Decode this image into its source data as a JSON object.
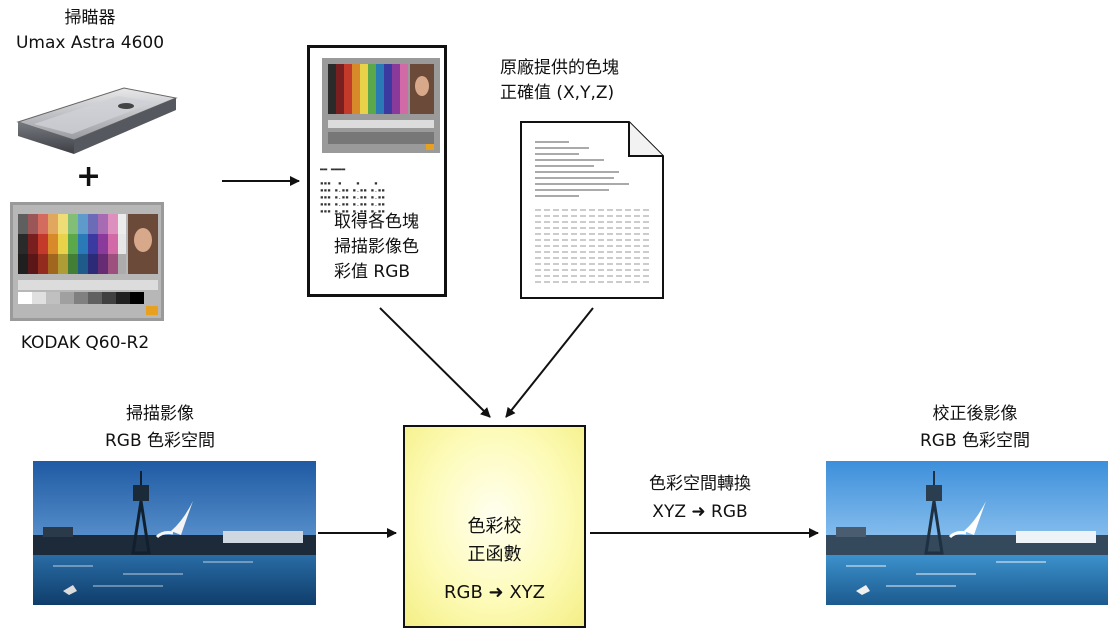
{
  "scanner": {
    "title": "掃瞄器",
    "model": "Umax Astra 4600"
  },
  "plus": "+",
  "target": {
    "name": "KODAK Q60-R2"
  },
  "scanned_values_box": {
    "lines": [
      "取得各色塊",
      "掃描影像色",
      "彩值 RGB"
    ]
  },
  "reference_values": {
    "lines": [
      "原廠提供的色塊",
      "正確值 (X,Y,Z)"
    ]
  },
  "input_image": {
    "lines": [
      "掃描影像",
      "RGB 色彩空間"
    ]
  },
  "function_box": {
    "lines": [
      "色彩校",
      "正函數"
    ],
    "formula": "RGB ➜ XYZ"
  },
  "conversion": {
    "lines": [
      "色彩空間轉換",
      "XYZ ➜ RGB"
    ]
  },
  "output_image": {
    "lines": [
      "校正後影像",
      "RGB 色彩空間"
    ]
  },
  "colors": {
    "function_fill": "#fbf7a6",
    "sky": "#2f6fb6",
    "sea": "#1a5a8e",
    "sky_corrected": "#4da0e6"
  }
}
